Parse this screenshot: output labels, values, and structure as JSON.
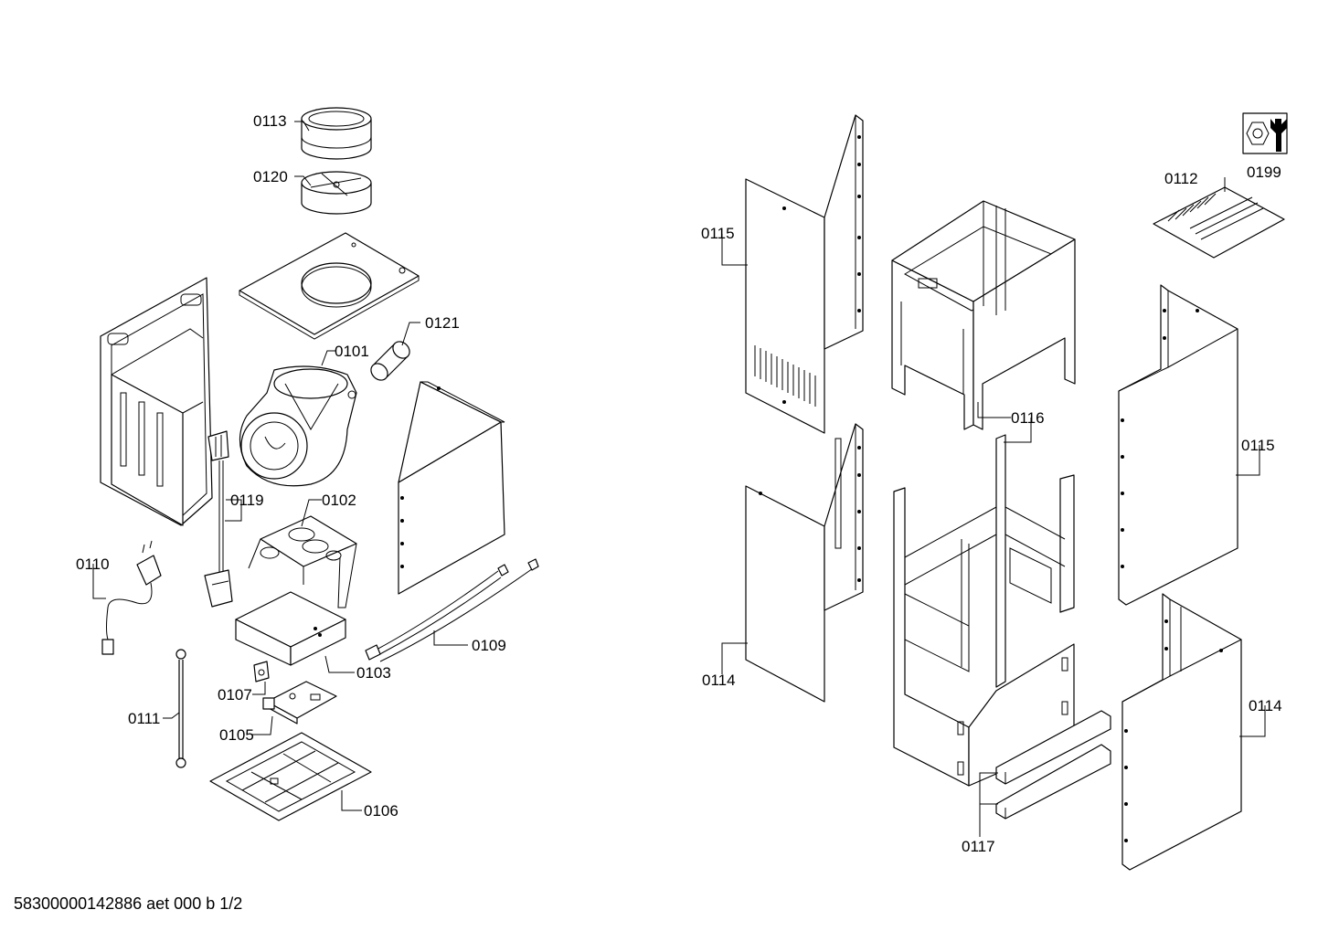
{
  "footer_text": "58300000142886 aet 000 b 1/2",
  "labels": {
    "p0113": "0113",
    "p0120": "0120",
    "p0121": "0121",
    "p0101": "0101",
    "p0119": "0119",
    "p0102": "0102",
    "p0110": "0110",
    "p0109": "0109",
    "p0103": "0103",
    "p0107": "0107",
    "p0111": "0111",
    "p0105": "0105",
    "p0106": "0106",
    "p0115a": "0115",
    "p0116": "0116",
    "p0114a": "0114",
    "p0112": "0112",
    "p0199": "0199",
    "p0115b": "0115",
    "p0114b": "0114",
    "p0117": "0117"
  },
  "icons": {
    "tool_icon": "wrench-nut-icon"
  }
}
